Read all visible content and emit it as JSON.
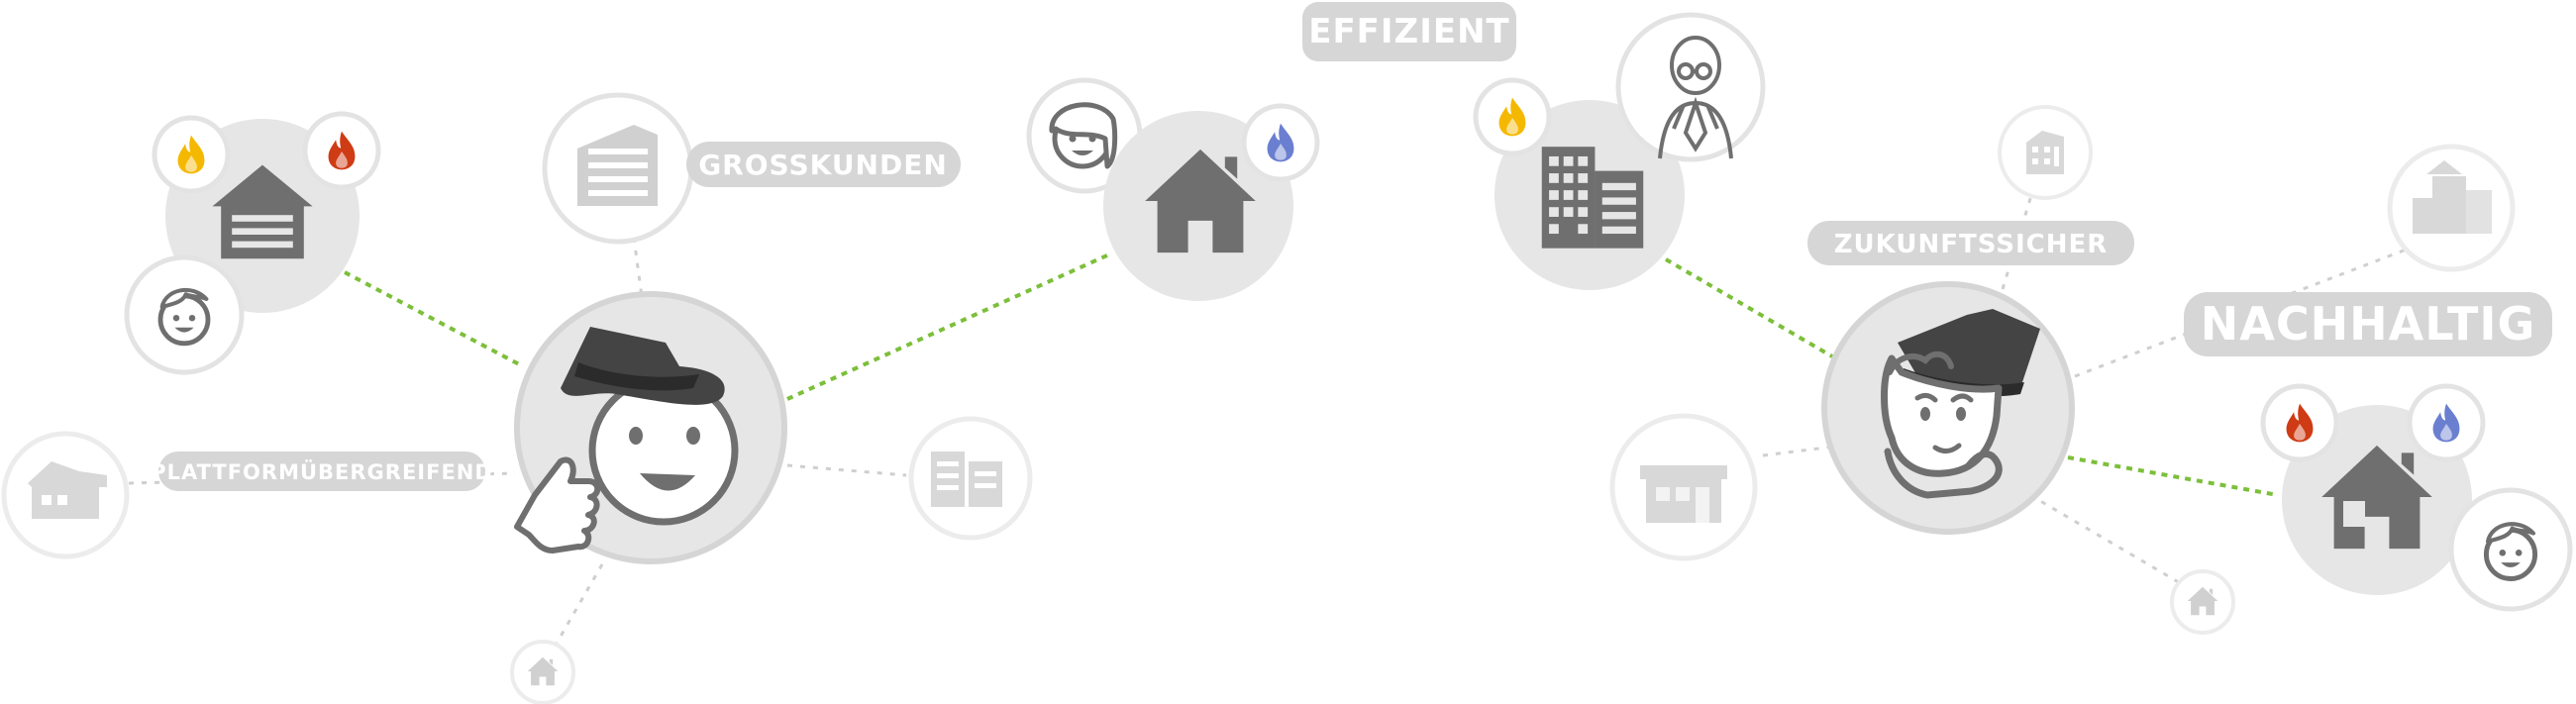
{
  "labels": {
    "effizient": "EFFIZIENT",
    "grosskunden": "GROSSKUNDEN",
    "zukunftssicher": "ZUKUNFTSSICHER",
    "nachhaltig": "NACHHALTIG",
    "plattform": "PLATTFORMÜBERGREIFEND"
  },
  "colors": {
    "green_link": "#7cbf3a",
    "grey_link": "#c8c8c8",
    "bubble": "#e6e6e6",
    "icon_dark": "#6f6f6f",
    "icon_light": "#d0d0d0",
    "label_bg": "#d6d6d6",
    "flame_yellow": "#f5b800",
    "flame_red": "#cf3b14",
    "flame_blue": "#6b7fd1"
  },
  "icons": [
    "chimney-sweep-icon",
    "garage-icon",
    "house-icon",
    "office-building-icon",
    "boy-face-icon",
    "girl-face-icon",
    "old-man-icon",
    "flame-icon",
    "thumbs-up-icon"
  ]
}
